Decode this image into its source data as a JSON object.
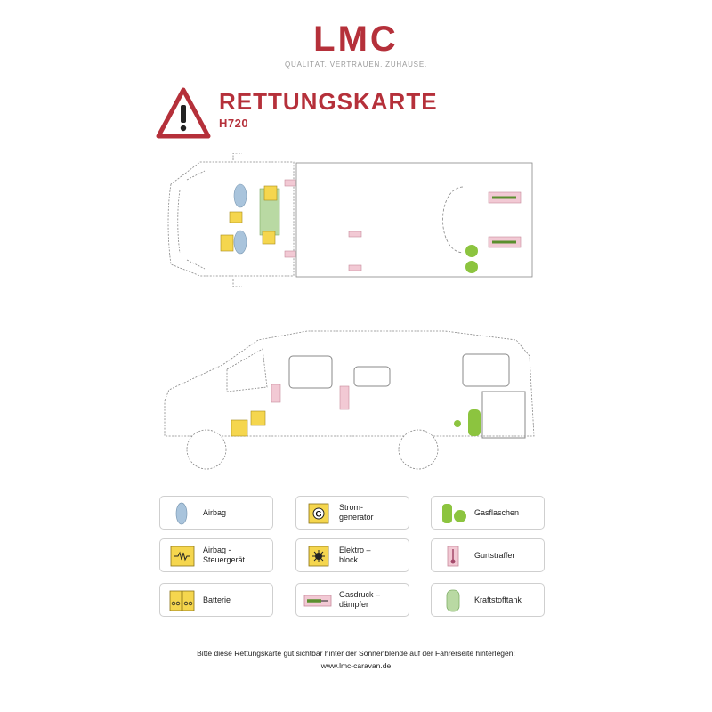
{
  "brand": {
    "logo": "LMC",
    "tagline": "QUALITÄT. VERTRAUEN. ZUHAUSE."
  },
  "header": {
    "title": "RETTUNGSKARTE",
    "model": "H720"
  },
  "legend": [
    {
      "icon": "airbag-icon",
      "label": "Airbag"
    },
    {
      "icon": "generator-icon",
      "label": "Strom-\ngenerator"
    },
    {
      "icon": "gas-bottles-icon",
      "label": "Gasflaschen"
    },
    {
      "icon": "airbag-control-unit-icon",
      "label": "Airbag -\nSteuergerät"
    },
    {
      "icon": "electro-block-icon",
      "label": "Elektro –\nblock"
    },
    {
      "icon": "belt-tensioner-icon",
      "label": "Gurtstraffer"
    },
    {
      "icon": "battery-icon",
      "label": "Batterie"
    },
    {
      "icon": "gas-spring-icon",
      "label": "Gasdruck –\ndämpfer"
    },
    {
      "icon": "fuel-tank-icon",
      "label": "Kraftstofftank"
    }
  ],
  "footer": {
    "instruction": "Bitte diese Rettungskarte gut sichtbar hinter der Sonnenblende auf der Fahrerseite hinterlegen!",
    "url": "www.lmc-caravan.de"
  },
  "colors": {
    "brand_red": "#b5303a",
    "airbag_blue": "#a9c4dc",
    "yellow": "#f5d64e",
    "green": "#8cc43f",
    "pink": "#f2c9d4",
    "tank_green": "#b9d9a3"
  }
}
